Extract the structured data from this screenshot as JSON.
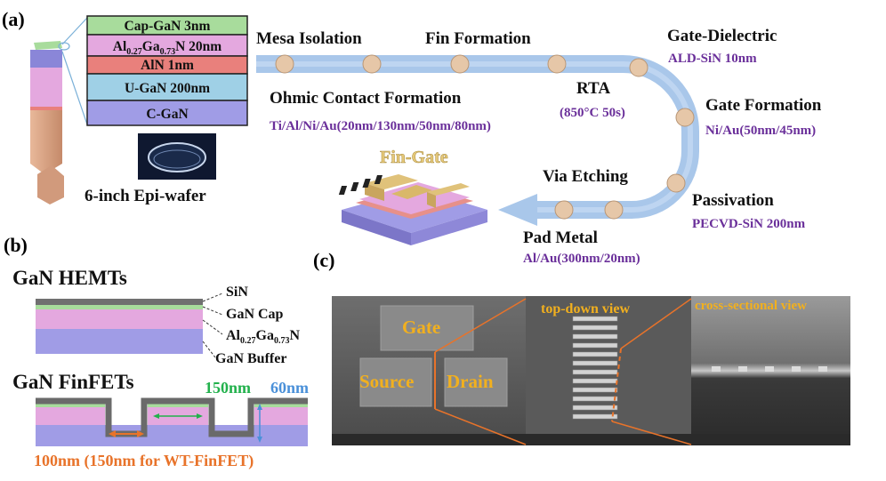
{
  "panels": {
    "a": "(a)",
    "b": "(b)",
    "c": "(c)"
  },
  "layer_stack": {
    "cap": "Cap-GaN 3nm",
    "barrier": {
      "pre": "Al",
      "s1": "0.27",
      "mid": "Ga",
      "s2": "0.73",
      "post": "N 20nm"
    },
    "aln": "AlN 1nm",
    "ugan": "U-GaN 200nm",
    "cgan": "C-GaN"
  },
  "wafer_label": "6-inch Epi-wafer",
  "process": {
    "mesa": "Mesa Isolation",
    "fin": "Fin Formation",
    "gate_dielectric": "Gate-Dielectric",
    "gate_dielectric_sub": "ALD-SiN 10nm",
    "ohmic": "Ohmic Contact Formation",
    "ohmic_sub": "Ti/Al/Ni/Au(20nm/130nm/50nm/80nm)",
    "rta": "RTA",
    "rta_sub": "(850°C 50s)",
    "gate_formation": "Gate Formation",
    "gate_formation_sub": "Ni/Au(50nm/45nm)",
    "passivation": "Passivation",
    "passivation_sub": "PECVD-SiN 200nm",
    "via": "Via Etching",
    "pad": "Pad Metal",
    "pad_sub": "Al/Au(300nm/20nm)",
    "device_label": "Fin-Gate"
  },
  "panel_b": {
    "hemt_title": "GaN HEMTs",
    "sin": "SiN",
    "gan_cap": "GaN Cap",
    "algan": {
      "pre": "Al",
      "s1": "0.27",
      "mid": "Ga",
      "s2": "0.73",
      "post": "N"
    },
    "buffer": "GaN Buffer",
    "finfet_title": "GaN FinFETs",
    "dim_150": "150nm",
    "dim_60": "60nm",
    "dim_100": "100nm (150nm for WT-FinFET)"
  },
  "panel_c": {
    "gate": "Gate",
    "source": "Source",
    "drain": "Drain",
    "top_down": "top-down view",
    "cross": "cross-sectional view"
  },
  "colors": {
    "cap": "#a8dc9c",
    "barrier": "#e4a8df",
    "aln": "#e9807c",
    "ugan": "#9fd0e6",
    "cgan": "#a09ce6",
    "pipe": "#a9c7ea",
    "node": "#e6c7a8",
    "subtext": "#6a2f9a",
    "accent_green": "#22b14c",
    "accent_blue": "#4a90d9",
    "accent_orange": "#e8732a",
    "sem_label": "#f2b01e"
  }
}
